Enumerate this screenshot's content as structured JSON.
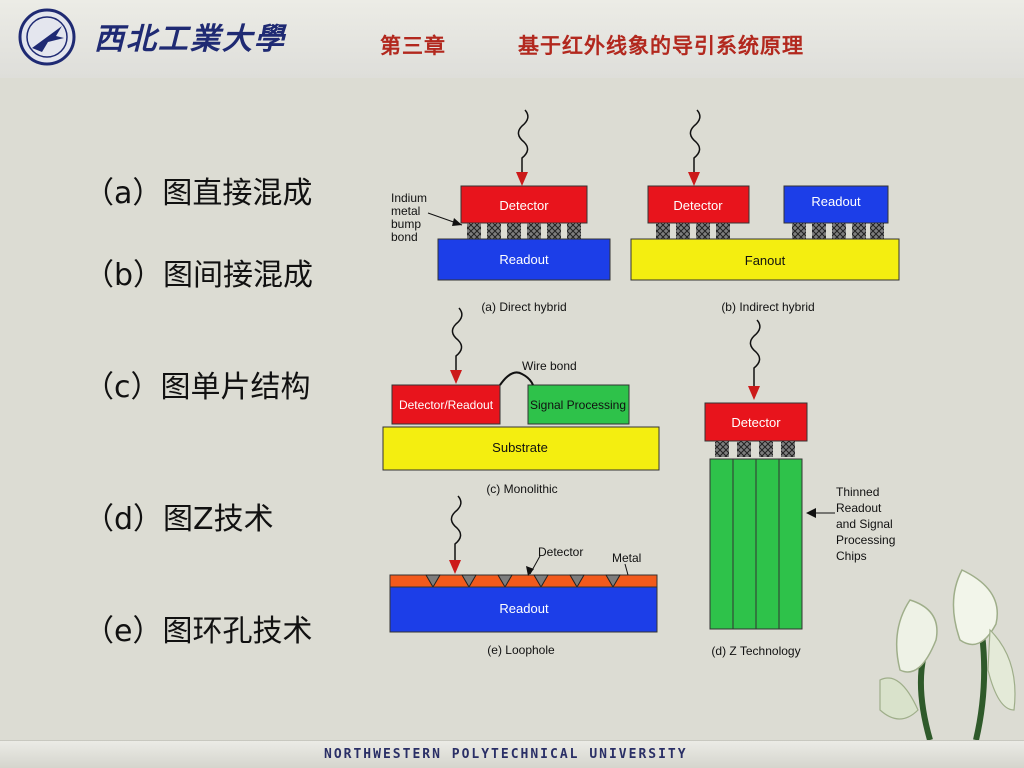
{
  "header": {
    "university_name": "西北工業大學",
    "chapter": "第三章",
    "chapter_title": "基于红外线象的导引系统原理"
  },
  "labels": {
    "a": "（a）图直接混成",
    "b": "（b）图间接混成",
    "c": "（c）图单片结构",
    "d": "（d）图Z技术",
    "e": "（e）图环孔技术"
  },
  "diagram": {
    "direct": {
      "detector": "Detector",
      "readout": "Readout",
      "annotation": [
        "Indium",
        "metal",
        "bump",
        "bond"
      ],
      "caption": "(a) Direct hybrid"
    },
    "indirect": {
      "detector": "Detector",
      "readout": "Readout",
      "fanout": "Fanout",
      "caption": "(b) Indirect hybrid"
    },
    "monolithic": {
      "detector_readout": "Detector/Readout",
      "signal_processing": "Signal Processing",
      "substrate": "Substrate",
      "wire_bond": "Wire bond",
      "caption": "(c) Monolithic"
    },
    "z_technology": {
      "detector": "Detector",
      "annotation": [
        "Thinned",
        "Readout",
        "and Signal",
        "Processing",
        "Chips"
      ],
      "caption": "(d) Z Technology"
    },
    "loophole": {
      "detector": "Detector",
      "metal": "Metal",
      "readout": "Readout",
      "caption": "(e) Loophole"
    }
  },
  "colors": {
    "detector_red": "#e8141c",
    "readout_blue": "#1c3ee8",
    "fanout_yellow": "#f4ee10",
    "signal_green": "#2ec24a",
    "header_red": "#b2281e",
    "header_blue": "#1f2a73"
  },
  "footer": {
    "text": "NORTHWESTERN POLYTECHNICAL UNIVERSITY"
  }
}
